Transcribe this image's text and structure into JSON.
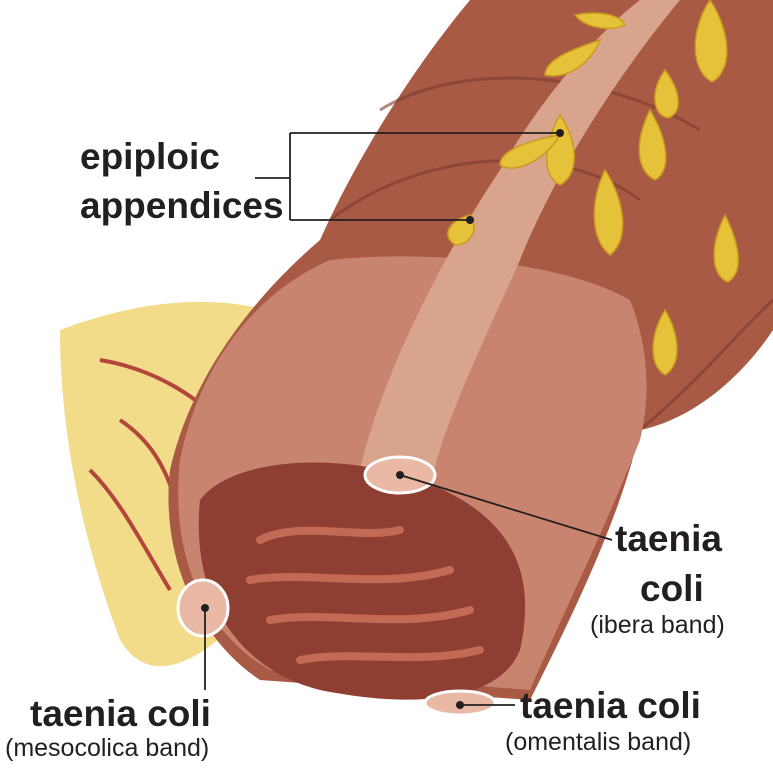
{
  "labels": {
    "epiploic_line1": "epiploic",
    "epiploic_line2": "appendices",
    "libera_line1": "taenia",
    "libera_line2": "coli",
    "libera_sub": "(ibera band)",
    "mesocolica_main": "taenia coli",
    "mesocolica_sub": "(mesocolica band)",
    "omentalis_main": "taenia coli",
    "omentalis_sub": "(omentalis band)"
  },
  "colors": {
    "tissue": "#a85a45",
    "tissue_dark": "#7d3a2c",
    "muscle": "#c98470",
    "fat": "#e6c23a",
    "mesentery": "#f2dc8a",
    "label": "#231f20"
  }
}
